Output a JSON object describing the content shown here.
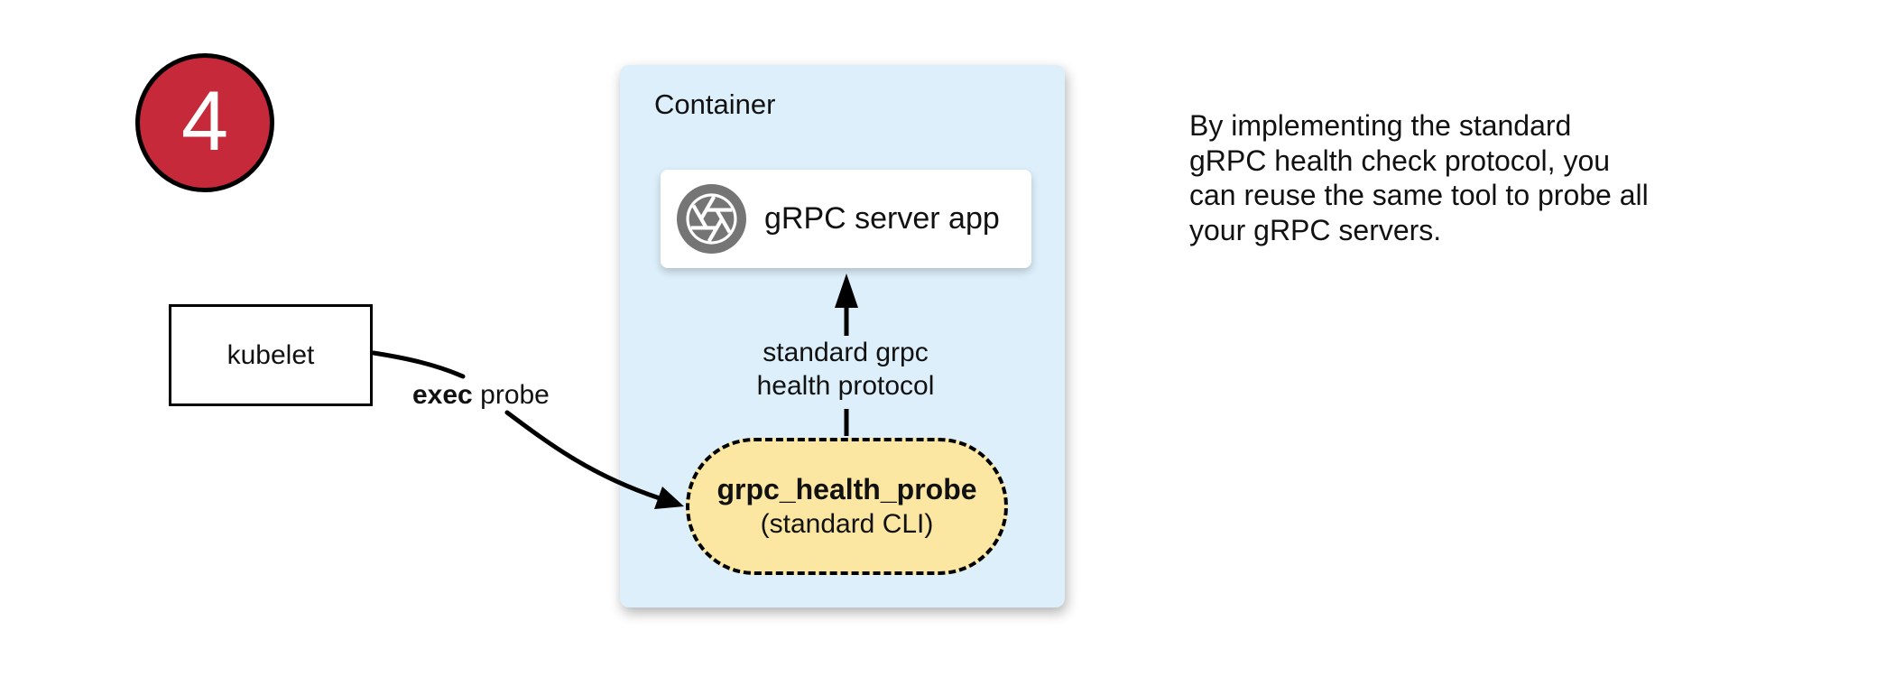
{
  "badge": {
    "number": "4"
  },
  "kubelet_box": {
    "label": "kubelet"
  },
  "exec_probe": {
    "bold": "exec",
    "regular": "probe"
  },
  "container_box": {
    "title": "Container",
    "server_card": {
      "label": "gRPC server app",
      "icon": "aperture-icon"
    },
    "protocol_arrow_label": {
      "lines": [
        "standard grpc",
        "health protocol"
      ]
    },
    "probe_pill": {
      "title": "grpc_health_probe",
      "subtitle": "(standard CLI)"
    }
  },
  "note": {
    "lines": [
      "By implementing the standard",
      "gRPC health check protocol, you",
      "can reuse the same tool to probe all",
      "your gRPC servers."
    ]
  },
  "colors": {
    "badge_fill": "#c5293a",
    "container_fill": "#dceffa",
    "pill_fill": "#fbe7a1",
    "icon_gray": "#757575"
  }
}
